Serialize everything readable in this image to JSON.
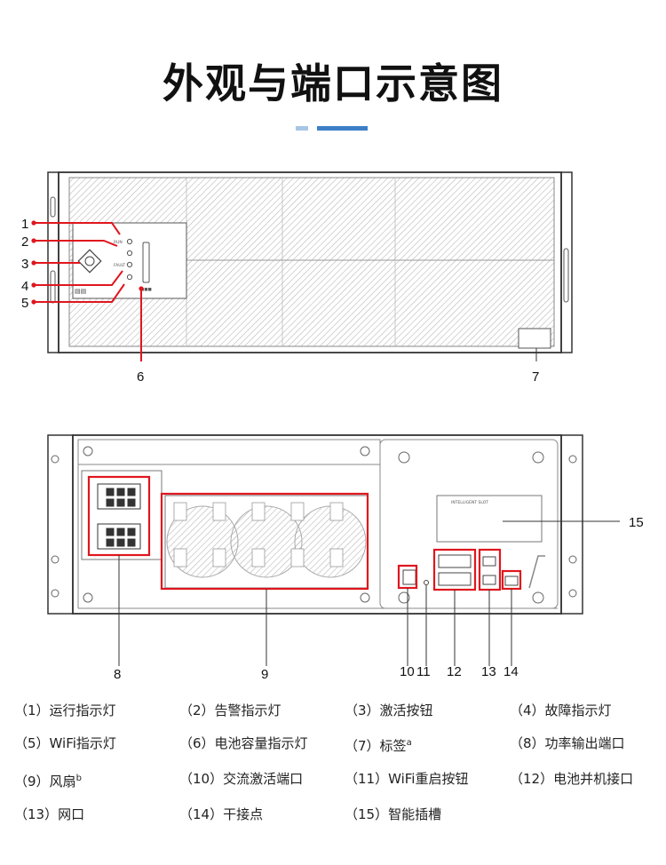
{
  "title": "外观与端口示意图",
  "accent_colors": [
    "#a8c6e6",
    "#3d7fc8"
  ],
  "front_panel": {
    "callouts": [
      "1",
      "2",
      "3",
      "4",
      "5",
      "6",
      "7"
    ]
  },
  "rear_panel": {
    "callouts": [
      "8",
      "9",
      "10",
      "11",
      "12",
      "13",
      "14",
      "15"
    ]
  },
  "legend": [
    {
      "num": "（1）",
      "text": "运行指示灯",
      "sup": ""
    },
    {
      "num": "（2）",
      "text": "告警指示灯",
      "sup": ""
    },
    {
      "num": "（3）",
      "text": "激活按钮",
      "sup": ""
    },
    {
      "num": "（4）",
      "text": "故障指示灯",
      "sup": ""
    },
    {
      "num": "（5）",
      "text": "WiFi指示灯",
      "sup": ""
    },
    {
      "num": "（6）",
      "text": "电池容量指示灯",
      "sup": ""
    },
    {
      "num": "（7）",
      "text": "标签",
      "sup": "a"
    },
    {
      "num": "（8）",
      "text": "功率输出端口",
      "sup": ""
    },
    {
      "num": "（9）",
      "text": "风扇",
      "sup": "b"
    },
    {
      "num": "（10）",
      "text": "交流激活端口",
      "sup": ""
    },
    {
      "num": "（11）",
      "text": "WiFi重启按钮",
      "sup": ""
    },
    {
      "num": "（12）",
      "text": "电池并机接口",
      "sup": ""
    },
    {
      "num": "（13）",
      "text": "网口",
      "sup": ""
    },
    {
      "num": "（14）",
      "text": "干接点",
      "sup": ""
    },
    {
      "num": "（15）",
      "text": "智能插槽",
      "sup": ""
    }
  ],
  "highlight_color": "#e0161e"
}
